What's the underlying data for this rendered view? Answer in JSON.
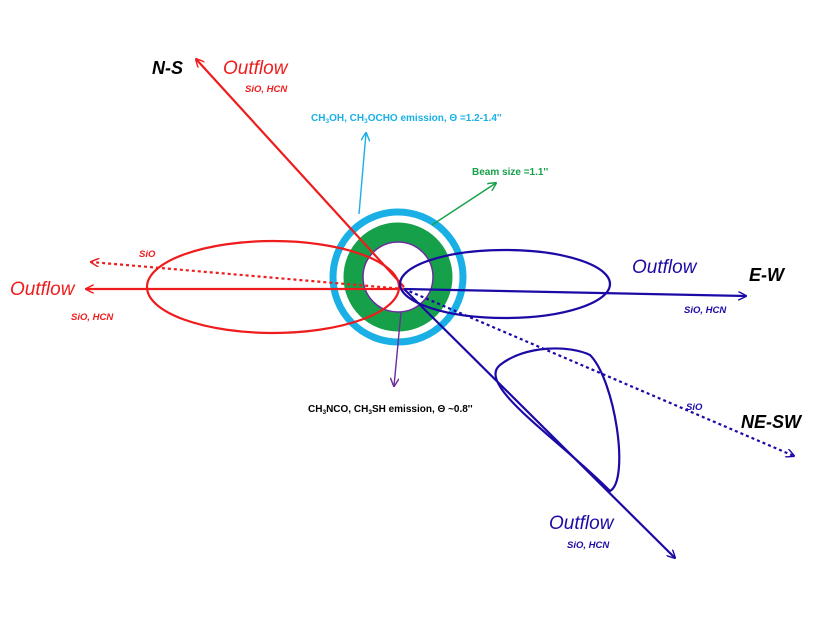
{
  "colors": {
    "red": "#ee1c1c",
    "blue": "#1c0aa6",
    "cyan": "#1ab0e6",
    "green": "#16a04a",
    "purple": "#6a2d9c",
    "black": "#000000"
  },
  "axes": {
    "ns": "N-S",
    "ew": "E-W",
    "nesw": "NE-SW"
  },
  "outflows": {
    "ns": {
      "label": "Outflow",
      "tracers": "SiO, HCN"
    },
    "west": {
      "label": "Outflow",
      "tracers": "SiO, HCN"
    },
    "east": {
      "label": "Outflow",
      "tracers": "SiO, HCN"
    },
    "south": {
      "label": "Outflow",
      "tracers": "SiO, HCN"
    },
    "nesw_red_tracer": "SiO",
    "nesw_blue_tracer": "SiO"
  },
  "annotations": {
    "outer_emission": {
      "part1": "CH",
      "sub1": "3",
      "part2": "OH, CH",
      "sub2": "3",
      "part3": "OCHO emission, Θ =1.2-1.4''"
    },
    "beam": "Beam size =1.1''",
    "inner_emission": {
      "part1": "CH",
      "sub1": "3",
      "part2": "NCO, CH",
      "sub2": "3",
      "part3": "SH emission, Θ ~0.8''"
    }
  }
}
